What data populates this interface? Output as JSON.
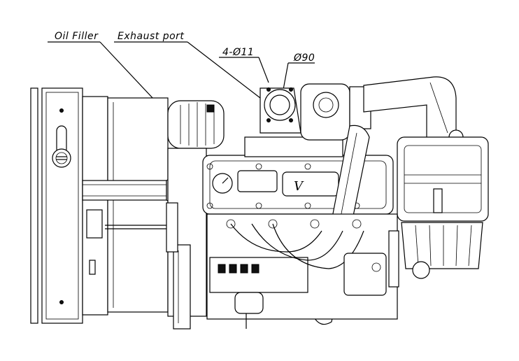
{
  "callouts": {
    "oil_filler": "Oil Filler",
    "exhaust_port": "Exhaust port",
    "bolt_holes": "4-Ø11",
    "port_diameter": "Ø90"
  }
}
